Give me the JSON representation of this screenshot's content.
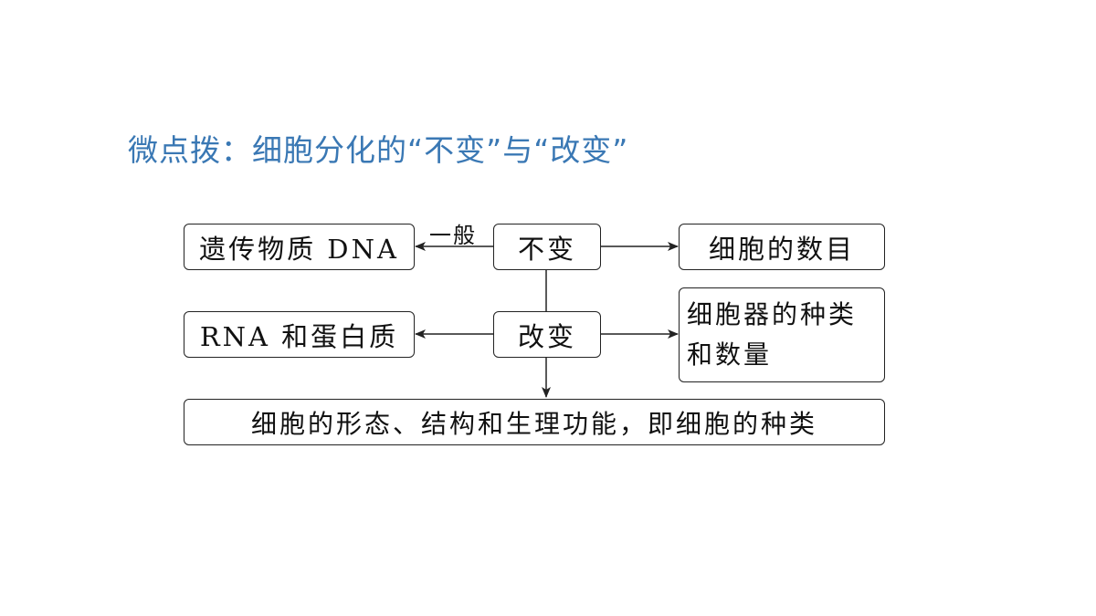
{
  "title": "微点拨：细胞分化的“不变”与“改变”",
  "diagram": {
    "unchanged": "不变",
    "changed": "改变",
    "genetic_material": "遗传物质 DNA",
    "cell_number": "细胞的数目",
    "rna_protein": "RNA 和蛋白质",
    "organelle_line1": "细胞器的种类",
    "organelle_line2": "和数量",
    "morphology": "细胞的形态、结构和生理功能，即细胞的种类",
    "generally_label": "一般"
  }
}
